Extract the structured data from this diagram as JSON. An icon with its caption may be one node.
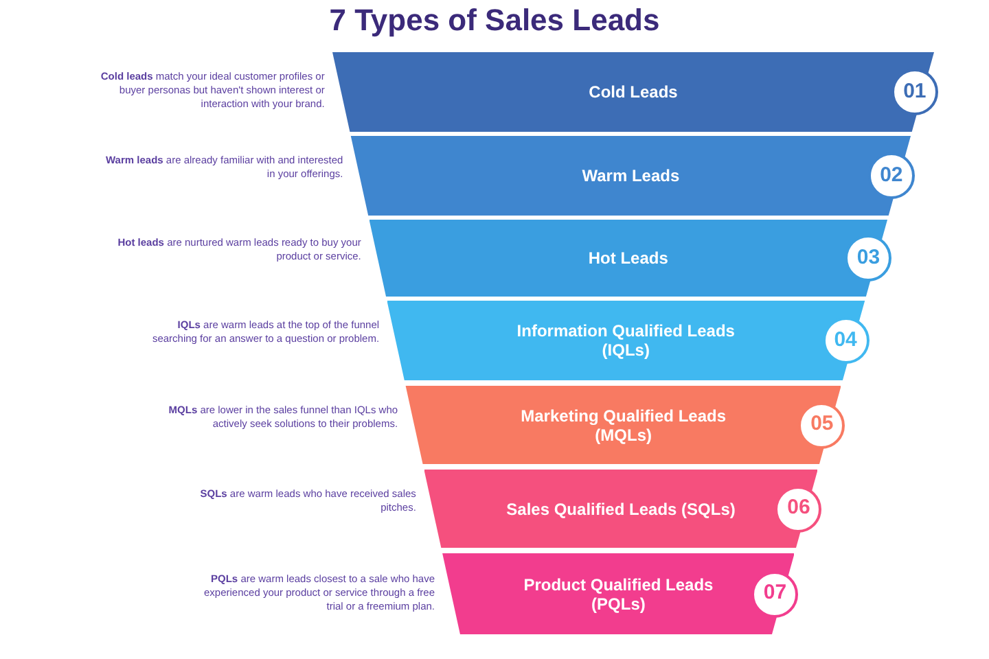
{
  "diagram": {
    "title": "7 Types of Sales Leads",
    "nodes": [
      {
        "text": [
          "Cold Leads",
          "01"
        ],
        "beside": [
          "**Cold leads** match your ideal customer profiles or buyer personas but haven't shown interest or interaction with your brand."
        ]
      },
      {
        "text": [
          "Warm Leads",
          "02"
        ],
        "beside": [
          "**Warm leads** are already familiar with and interested in your offerings."
        ]
      },
      {
        "text": [
          "Hot Leads",
          "03"
        ],
        "beside": [
          "**Hot leads** are nurtured warm leads ready to buy your product or service."
        ]
      },
      {
        "text": [
          "Information Qualified Leads (IQLs)",
          "04"
        ],
        "beside": [
          "**IQLs** are warm leads at the top of the funnel searching for an answer to a question or problem."
        ]
      },
      {
        "text": [
          "Marketing Qualified Leads (MQLs)",
          "05"
        ],
        "beside": [
          "**MQLs** are lower in the sales funnel than IQLs who actively seek solutions to their problems."
        ]
      },
      {
        "text": [
          "Sales Qualified Leads (SQLs)",
          "06"
        ],
        "beside": [
          "**SQLs** are warm leads who have received sales pitches."
        ]
      },
      {
        "text": [
          "Product Qualified Leads (PQLs)",
          "07"
        ],
        "beside": [
          "**PQLs** are warm leads closest to a sale who have experienced your product or service through a free trial or a freemium plan."
        ]
      }
    ]
  }
}
